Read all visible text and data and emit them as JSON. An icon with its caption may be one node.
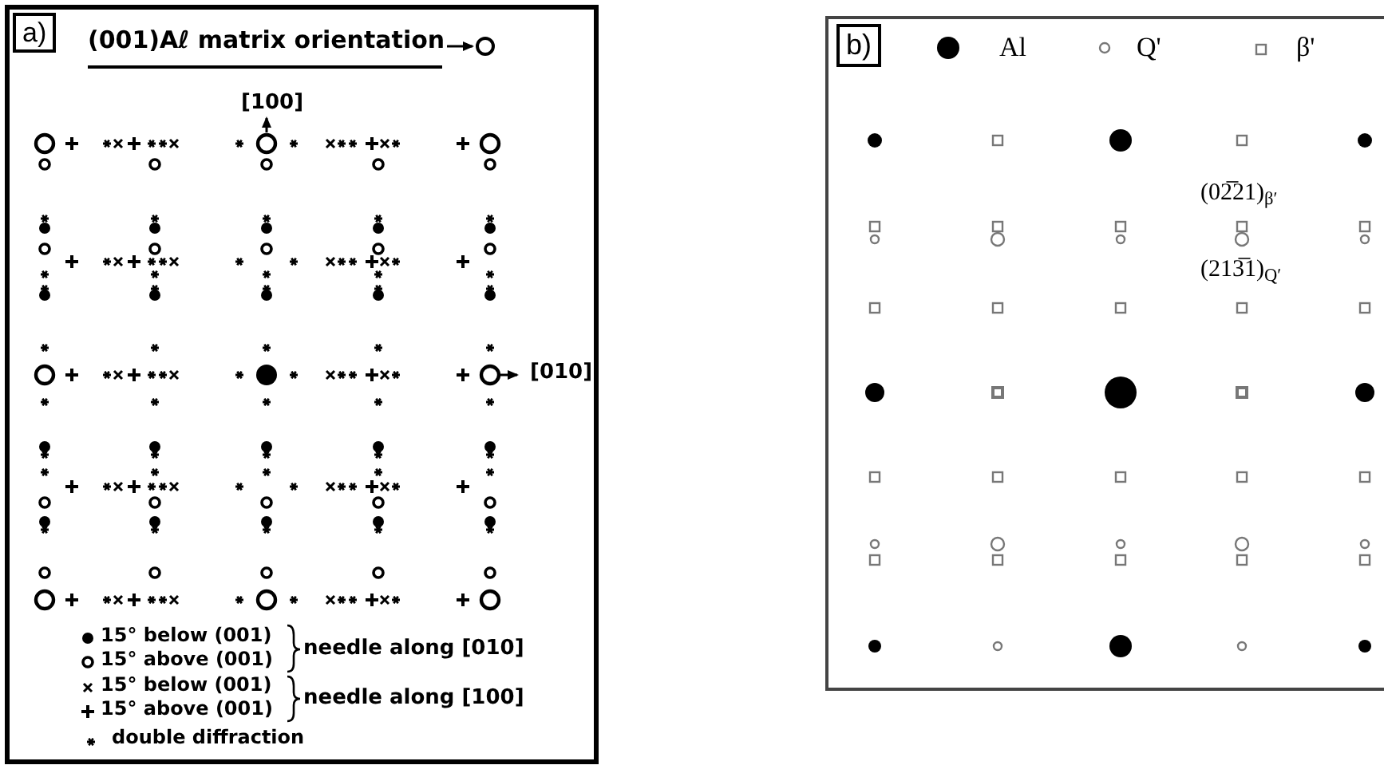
{
  "diagram": {
    "nodes": [
      {
        "text": [
          "a)"
        ]
      },
      {
        "text": [
          "b)"
        ]
      }
    ],
    "edges": [],
    "labels": [
      "(001)Aℓ matrix orientation",
      "[100]",
      "[010]",
      "needle along [010]",
      "needle along [100]",
      "(02̅21)$_{β′}$",
      "(213̅1)$_{Q′}$"
    ],
    "legend": [
      {
        "text": "15° below (001)"
      },
      {
        "text": "15° above (001)"
      },
      {
        "text": "15° below (001)"
      },
      {
        "text": "15° above (001)"
      },
      {
        "text": "double diffraction"
      },
      {
        "text": "Al"
      },
      {
        "text": "Q'"
      },
      {
        "text": "β'"
      }
    ]
  }
}
